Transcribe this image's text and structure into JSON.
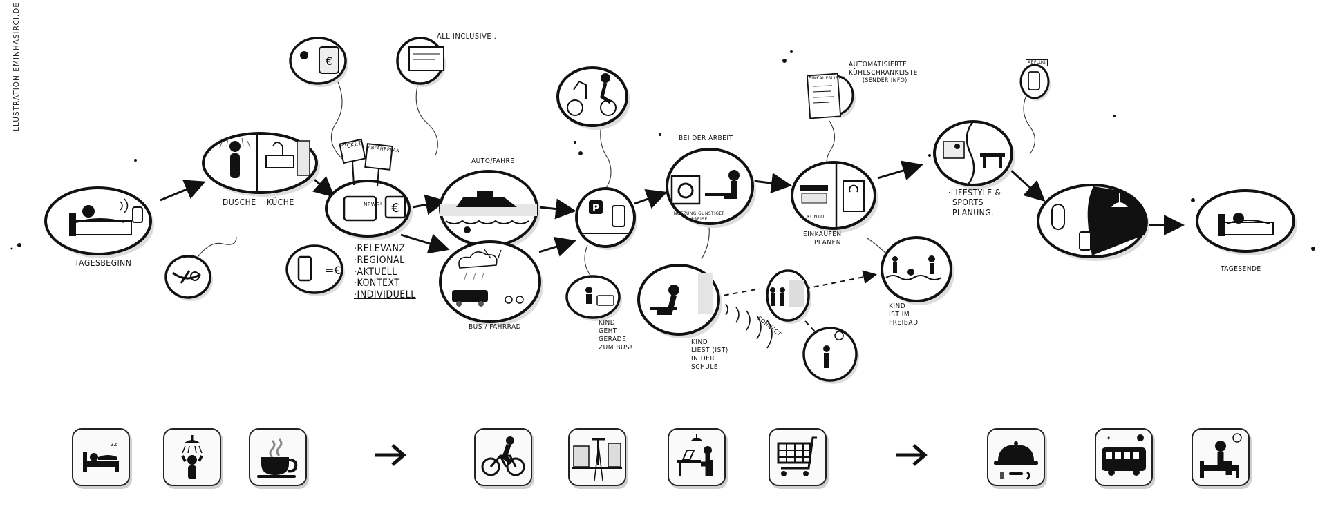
{
  "credit": "ILLUSTRATION EMINHASIRCI.DE",
  "stages": {
    "tagesbeginn": "TAGESBEGINN",
    "dusche": "DUSCHE",
    "kueche": "KÜCHE",
    "auto_faehre": "AUTO/FÄHRE",
    "bus_fahrrad": "BUS / FAHRRAD",
    "bei_der_arbeit": "BEI DER ARBEIT",
    "nutzung": "NUTZUNG GÜNSTIGER PREISE",
    "einkaufen_1": "EINKAUFEN",
    "einkaufen_2": "PLANEN",
    "lifestyle_1": "·LIFESTYLE &",
    "lifestyle_2": "SPORTS",
    "lifestyle_3": "PLANUNG.",
    "tagesende": "TAGESENDE"
  },
  "news_list": [
    "·RELEVANZ",
    "·REGIONAL",
    "·AKTUELL",
    "·KONTEXT",
    "·INDIVIDUELL"
  ],
  "annotations": {
    "all_inclusive": "ALL INCLUSIVE .",
    "automatisierte_1": "AUTOMATISIERTE",
    "automatisierte_2": "KÜHLSCHRANKLISTE",
    "automatisierte_3": "(SENDER INFO)",
    "kind_bus": [
      "KIND",
      "GEHT",
      "GERADE",
      "ZUM BUS!"
    ],
    "kind_schule": [
      "KIND",
      "LIEST (IST)",
      "IN DER",
      "SCHULE"
    ],
    "kind_freibad": [
      "KIND",
      "IST IM",
      "FREIBAD"
    ],
    "connect": "CONNECT",
    "news_sign": "NEWS!",
    "ticket": "TICKET",
    "abfahrplan": "ABFAHRPLAN",
    "konto": "KONTO",
    "einkaufsliste": "EINKAUFSLISTE",
    "abflug": "ABFLUG"
  },
  "tiles": [
    "bed-icon",
    "shower-icon",
    "coffee-cup-icon",
    "bicycle-icon",
    "street-icon",
    "desk-work-icon",
    "shopping-cart-icon",
    "serving-dish-icon",
    "bus-icon",
    "sitting-bed-icon"
  ]
}
